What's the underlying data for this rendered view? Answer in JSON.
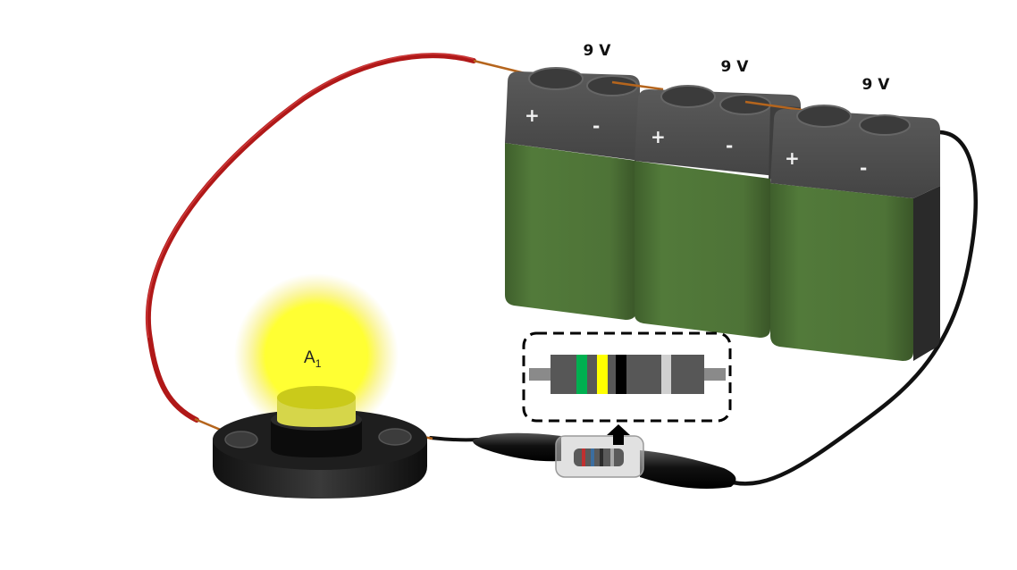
{
  "batteries": [
    {
      "label": "9 V",
      "plus": "+",
      "minus": "-"
    },
    {
      "label": "9 V",
      "plus": "+",
      "minus": "-"
    },
    {
      "label": "9 V",
      "plus": "+",
      "minus": "-"
    }
  ],
  "bulb": {
    "label": "A",
    "subscript": "1"
  },
  "colors": {
    "battery_body": "#4f7338",
    "battery_top": "#4c4c4c",
    "wire_red": "#b01818",
    "wire_black": "#111111",
    "copper": "#b5651d",
    "bulb_glow": "#ffff33",
    "resistor_bands": [
      "#00b050",
      "#ffff00",
      "#000000",
      "#d0d0d0"
    ]
  }
}
